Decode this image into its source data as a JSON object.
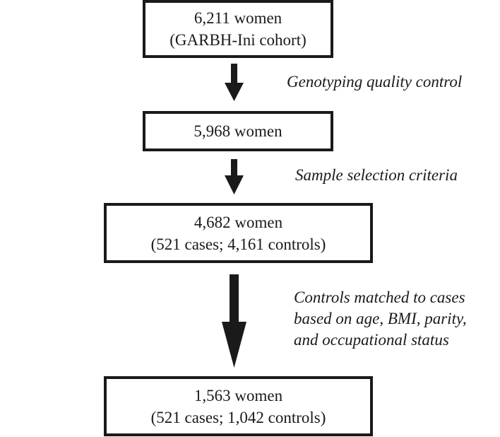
{
  "boxes": [
    {
      "lines": [
        "6,211 women",
        "(GARBH-Ini cohort)"
      ]
    },
    {
      "lines": [
        "5,968 women"
      ]
    },
    {
      "lines": [
        "4,682 women",
        "(521 cases; 4,161 controls)"
      ]
    },
    {
      "lines": [
        "1,563 women",
        "(521 cases; 1,042 controls)"
      ]
    }
  ],
  "steps": [
    {
      "lines": [
        "Genotyping quality control"
      ]
    },
    {
      "lines": [
        "Sample selection criteria"
      ]
    },
    {
      "lines": [
        "Controls matched to cases",
        "based on age, BMI, parity,",
        "and occupational status"
      ]
    }
  ],
  "colors": {
    "stroke": "#1a1a1a",
    "background": "#ffffff"
  }
}
